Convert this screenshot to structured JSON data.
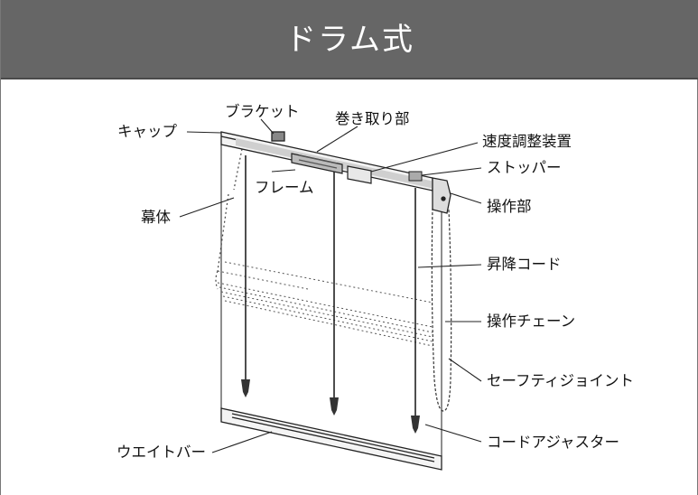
{
  "title": "ドラム式",
  "labels": {
    "cap": "キャップ",
    "bracket": "ブラケット",
    "winder": "巻き取り部",
    "speed_regulator": "速度調整装置",
    "stopper": "ストッパー",
    "frame": "フレーム",
    "operation_unit": "操作部",
    "curtain_body": "幕体",
    "lift_cord": "昇降コード",
    "operation_chain": "操作チェーン",
    "safety_joint": "セーフティジョイント",
    "weight_bar": "ウエイトバー",
    "cord_adjuster": "コードアジャスター"
  },
  "colors": {
    "header_bg": "#666666",
    "header_text": "#ffffff",
    "line": "#222222"
  }
}
